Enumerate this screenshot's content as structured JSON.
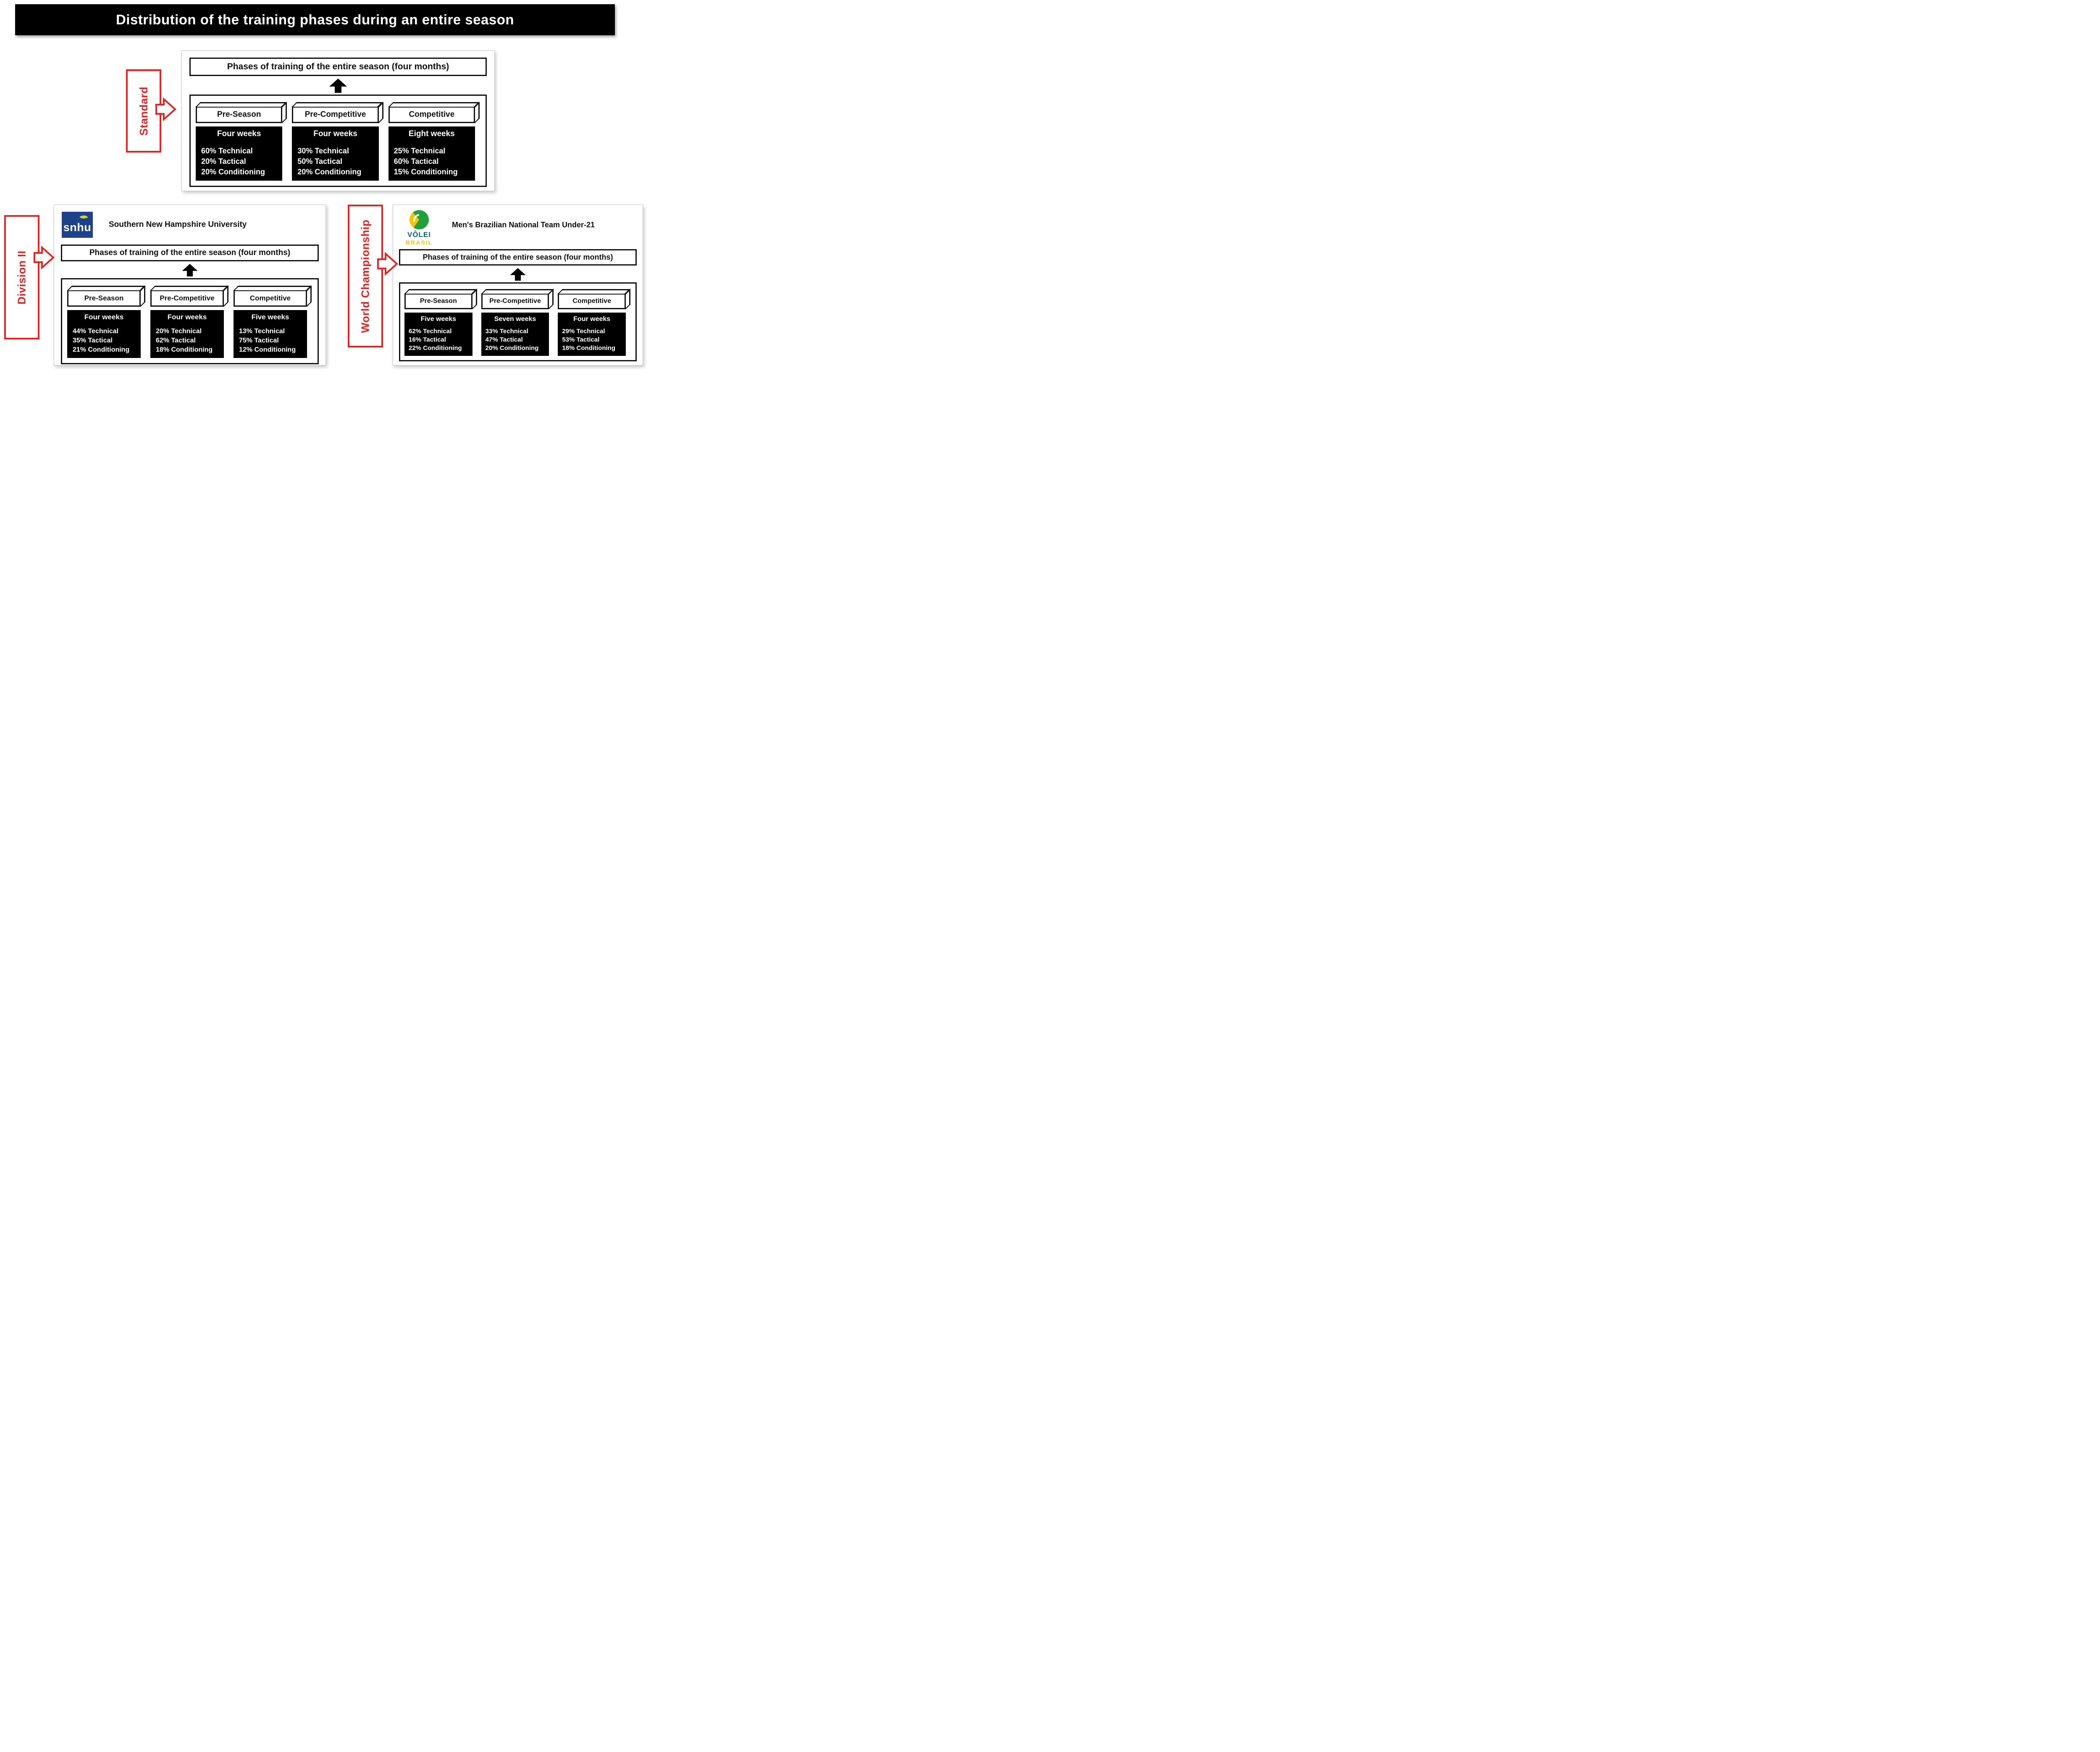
{
  "title": "Distribution of the training phases during an entire season",
  "colors": {
    "accent_red": "#e32322",
    "banner_bg": "#000000",
    "stat_box_bg": "#000000",
    "snhu_blue": "#1d4289",
    "volei_green": "#23a03c",
    "volei_yellow": "#f2c500",
    "volei_teal": "#00666d"
  },
  "panels": [
    {
      "label": "Standard",
      "header": "Phases of training of the entire season (four months)",
      "phases": [
        {
          "name": "Pre-Season",
          "duration": "Four weeks",
          "lines": [
            "60% Technical",
            "20% Tactical",
            "20% Conditioning"
          ]
        },
        {
          "name": "Pre-Competitive",
          "duration": "Four weeks",
          "lines": [
            "30% Technical",
            "50% Tactical",
            "20% Conditioning"
          ]
        },
        {
          "name": "Competitive",
          "duration": "Eight weeks",
          "lines": [
            "25% Technical",
            "60% Tactical",
            "15% Conditioning"
          ]
        }
      ]
    },
    {
      "label": "Division II",
      "org": {
        "logo_text": "snhu",
        "name": "Southern New Hampshire University"
      },
      "header": "Phases of training of the entire season (four months)",
      "phases": [
        {
          "name": "Pre-Season",
          "duration": "Four weeks",
          "lines": [
            "44% Technical",
            "35% Tactical",
            "21% Conditioning"
          ]
        },
        {
          "name": "Pre-Competitive",
          "duration": "Four weeks",
          "lines": [
            "20% Technical",
            "62% Tactical",
            "18% Conditioning"
          ]
        },
        {
          "name": "Competitive",
          "duration": "Five weeks",
          "lines": [
            "13% Technical",
            "75% Tactical",
            "12% Conditioning"
          ]
        }
      ]
    },
    {
      "label": "World Championship",
      "org": {
        "logo_line1": "VÔLEI",
        "logo_line2": "BRASIL",
        "name": "Men's Brazilian National Team Under-21"
      },
      "header": "Phases of training of the entire season (four months)",
      "phases": [
        {
          "name": "Pre-Season",
          "duration": "Five weeks",
          "lines": [
            "62% Technical",
            "16% Tactical",
            "22% Conditioning"
          ]
        },
        {
          "name": "Pre-Competitive",
          "duration": "Seven weeks",
          "lines": [
            "33% Technical",
            "47% Tactical",
            "20% Conditioning"
          ]
        },
        {
          "name": "Competitive",
          "duration": "Four weeks",
          "lines": [
            "29% Technical",
            "53% Tactical",
            "18% Conditioning"
          ]
        }
      ]
    }
  ]
}
